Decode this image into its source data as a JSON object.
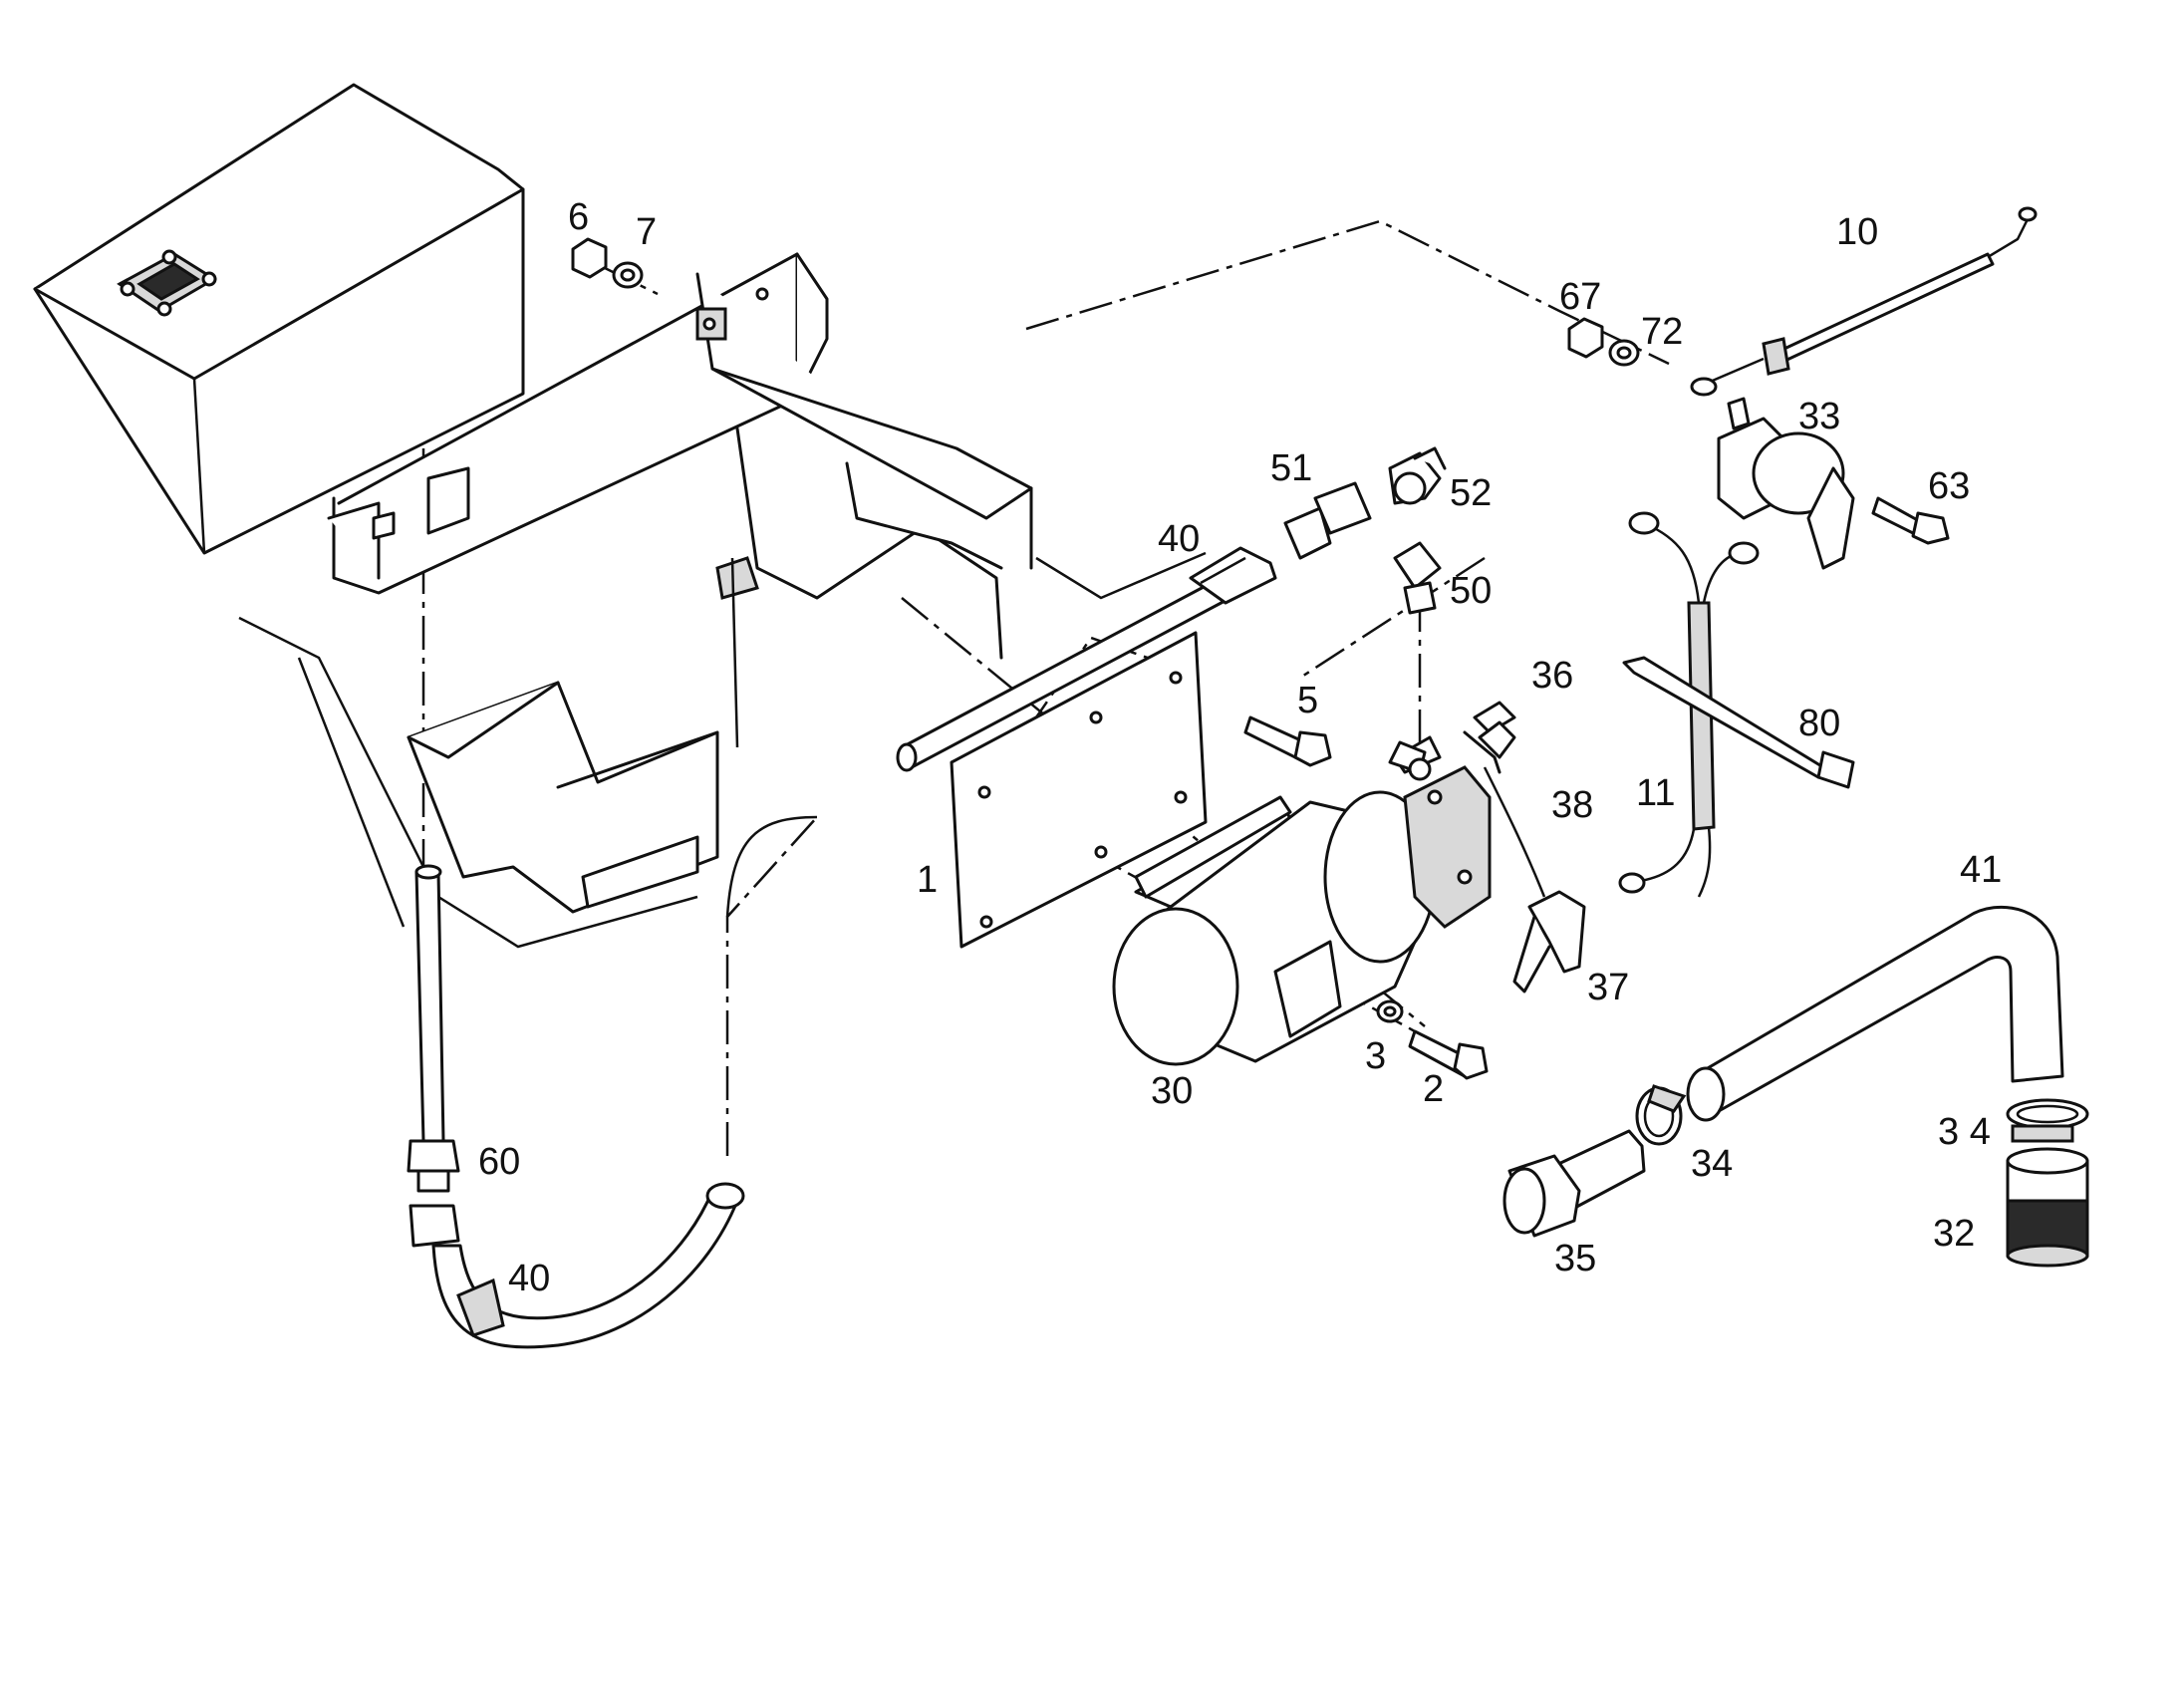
{
  "diagram": {
    "callouts": {
      "c1": "1",
      "c2": "2",
      "c3": "3",
      "c5": "5",
      "c6": "6",
      "c7": "7",
      "c10": "10",
      "c11": "11",
      "c30": "30",
      "c32": "32",
      "c33": "33",
      "c34a": "34",
      "c34b": "3 4",
      "c35": "35",
      "c36": "36",
      "c37": "37",
      "c38": "38",
      "c40a": "40",
      "c40b": "40",
      "c41": "41",
      "c50": "50",
      "c51": "51",
      "c52": "52",
      "c60": "60",
      "c63": "63",
      "c67": "67",
      "c72": "72",
      "c80": "80"
    }
  }
}
